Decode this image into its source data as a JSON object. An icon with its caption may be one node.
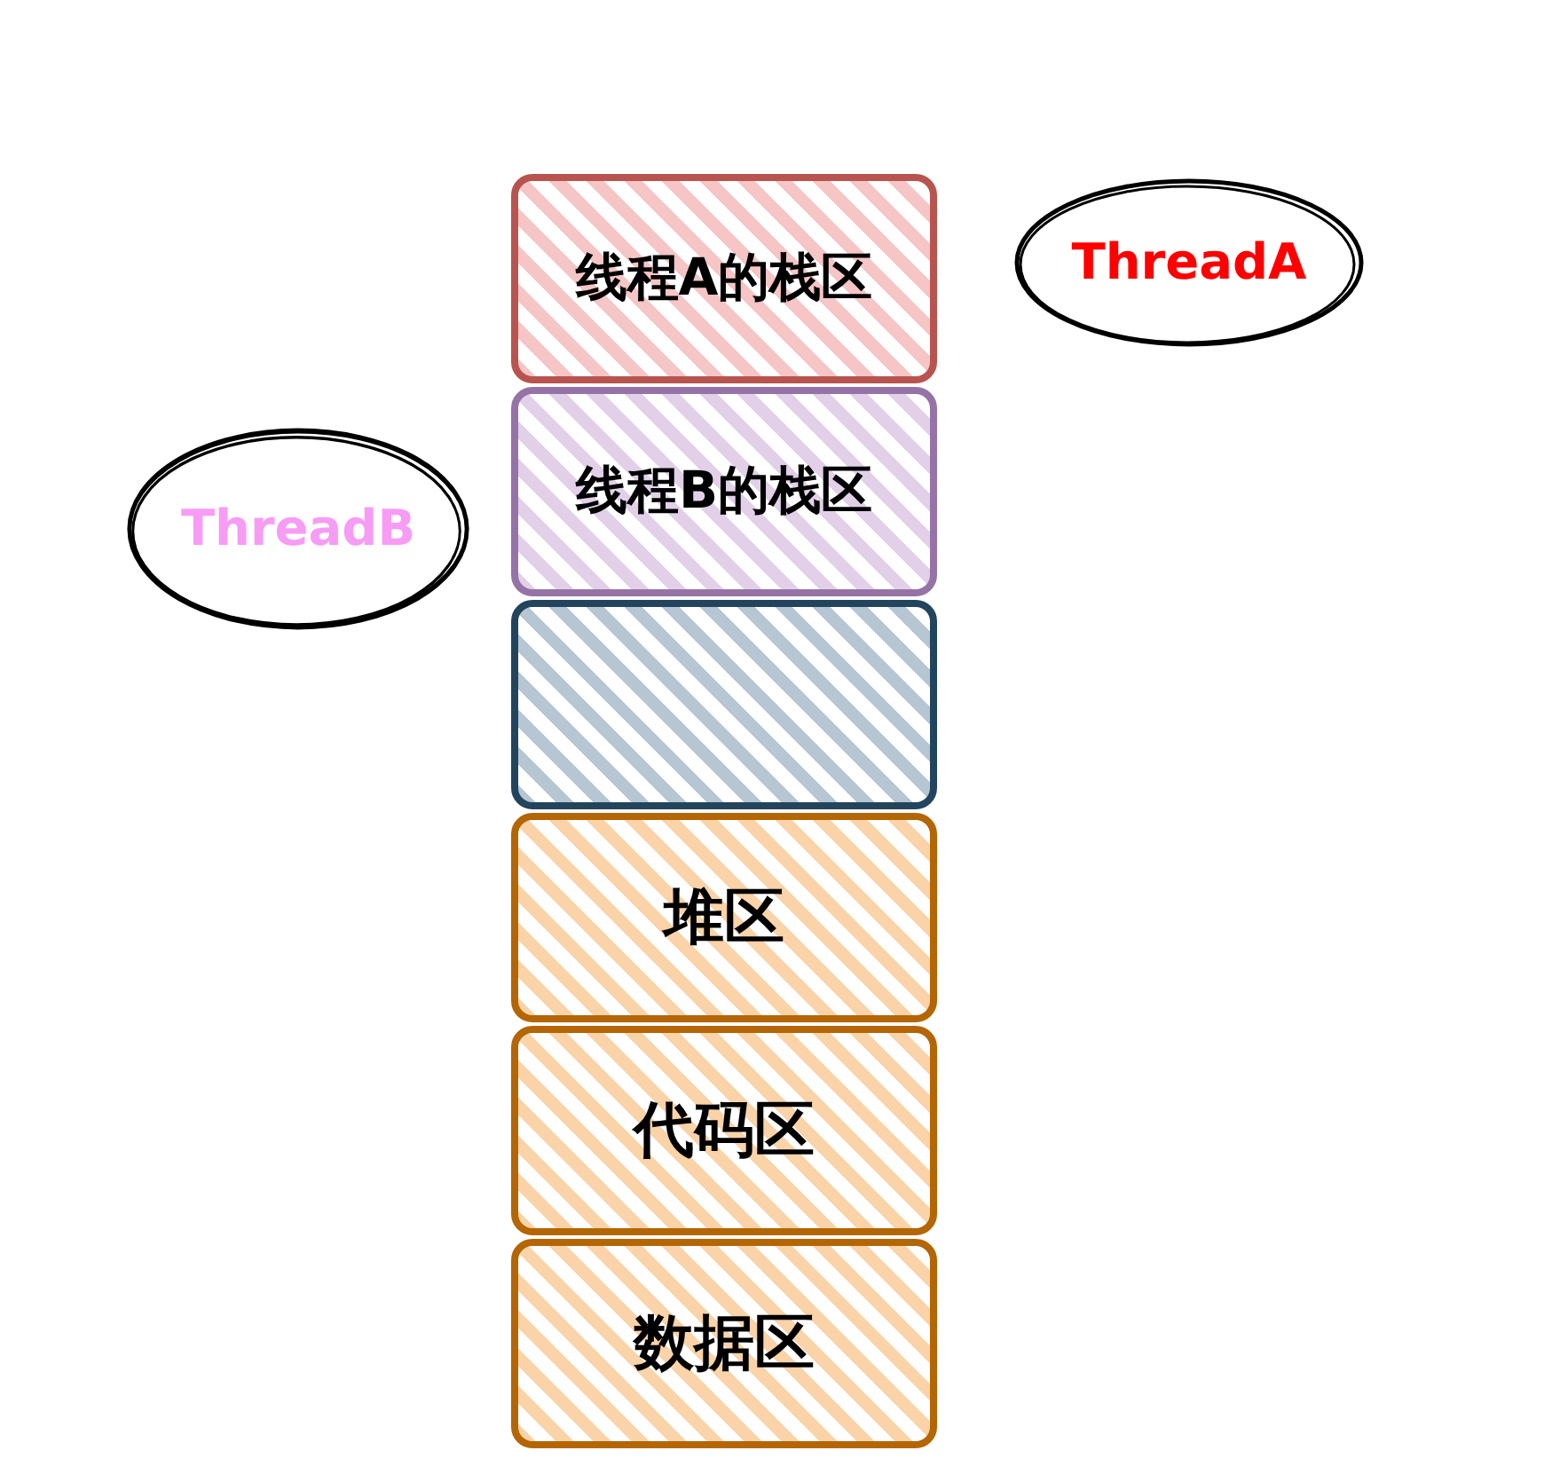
{
  "diagram": {
    "nodes": [
      {
        "text": [
          "线程A的栈区"
        ]
      },
      {
        "text": [
          "线程B的栈区"
        ]
      },
      {
        "text": [],
        "shape": "box"
      },
      {
        "text": [
          "堆区"
        ]
      },
      {
        "text": [
          "代码区"
        ]
      },
      {
        "text": [
          "数据区"
        ]
      },
      {
        "text": [
          "ThreadA"
        ]
      },
      {
        "text": [
          "ThreadB"
        ]
      }
    ]
  }
}
